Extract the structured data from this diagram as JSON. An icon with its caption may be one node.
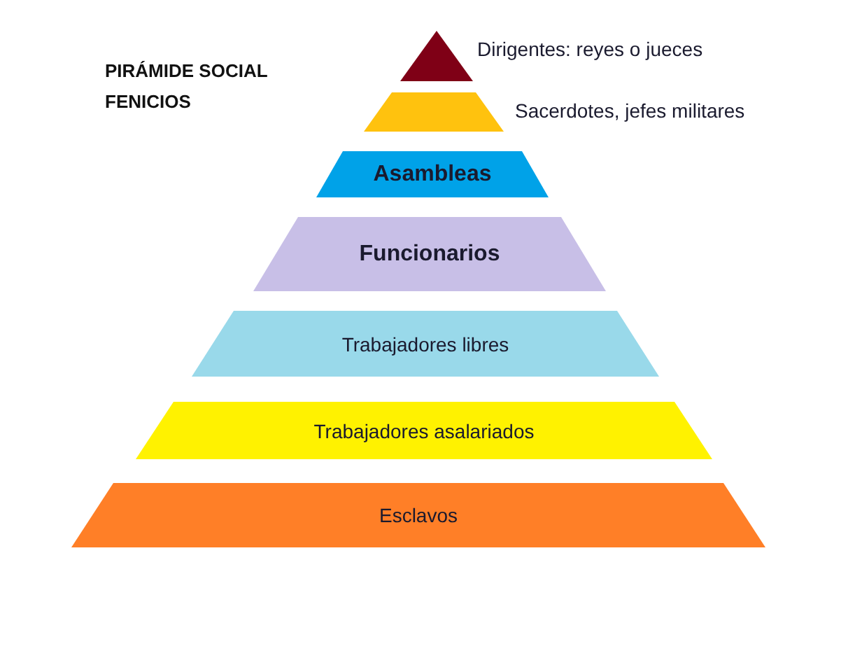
{
  "diagram": {
    "title": "PIRÁMIDE SOCIAL FENICIOS",
    "nodes": [
      {
        "text": [],
        "shape": "triangle",
        "beside": [
          "Dirigentes: reyes o jueces"
        ]
      },
      {
        "text": [],
        "shape": "trapezoid",
        "beside": [
          "Sacerdotes, jefes militares"
        ]
      },
      {
        "text": [
          "Asambleas"
        ]
      },
      {
        "text": [
          "Funcionarios"
        ]
      },
      {
        "text": [
          "Trabajadores libres"
        ]
      },
      {
        "text": [
          "Trabajadores asalariados"
        ]
      },
      {
        "text": [
          "Esclavos"
        ]
      }
    ]
  }
}
